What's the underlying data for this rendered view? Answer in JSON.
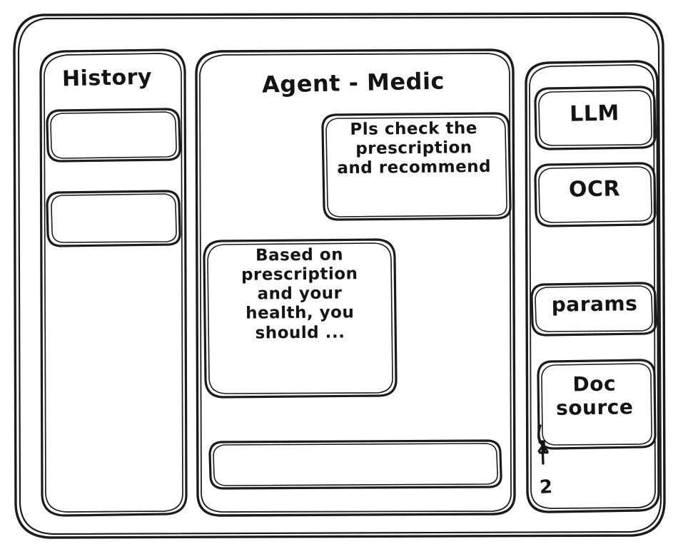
{
  "window": {
    "style": "hand-drawn-wireframe",
    "ink_color": "#1b1b1b",
    "background_color": "#ffffff"
  },
  "sidebar_left": {
    "title": "History",
    "items": [
      {
        "label": "",
        "name": "history-item-1"
      },
      {
        "label": "",
        "name": "history-item-2"
      }
    ]
  },
  "main": {
    "title": "Agent - Medic",
    "messages": [
      {
        "role": "user",
        "text": "Pls check the\nprescription\nand recommend"
      },
      {
        "role": "assistant",
        "text": "Based on\nprescription\nand your\nhealth, you\nshould ..."
      }
    ],
    "composer": {
      "value": "",
      "placeholder": ""
    }
  },
  "sidebar_right": {
    "group_top": [
      {
        "label": "LLM"
      },
      {
        "label": "OCR"
      }
    ],
    "group_bottom": [
      {
        "label": "params"
      },
      {
        "label": "Doc\nsource"
      }
    ],
    "doc_source_items": [
      {
        "label": "1"
      },
      {
        "label": "2"
      }
    ]
  }
}
